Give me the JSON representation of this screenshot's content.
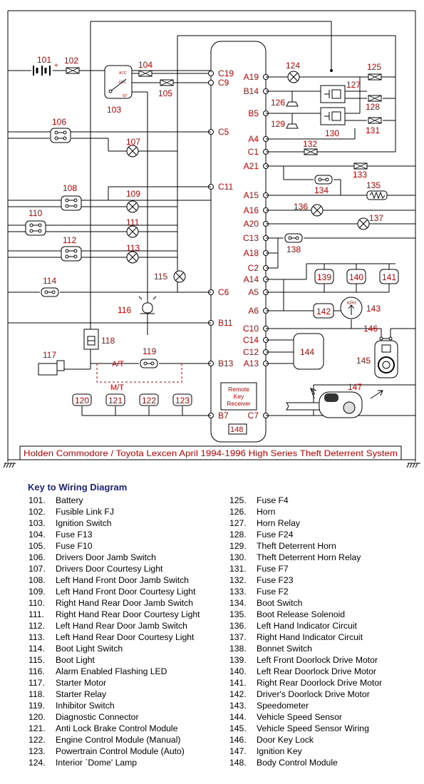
{
  "diagram": {
    "caption": "Holden Commodore / Toyota Lexcen April 1994-1996 High Series Theft Deterrent System",
    "bcm_pins_left": [
      "C19",
      "C9",
      "C5",
      "C11",
      "C6",
      "B11",
      "B13",
      "B7"
    ],
    "bcm_pins_right": [
      "A19",
      "B14",
      "B5",
      "A4",
      "C1",
      "A21",
      "A15",
      "A16",
      "A20",
      "C13",
      "A18",
      "C2",
      "A14",
      "A5",
      "A6",
      "C10",
      "C14",
      "C12",
      "A13",
      "C7"
    ],
    "remote_receiver": [
      "Remote",
      "Key",
      "Receiver"
    ],
    "switch_labels": [
      "ACC",
      "IGN",
      "ST"
    ],
    "inhibitor_labels": [
      "A/T",
      "M/T"
    ],
    "speedometer_label": "KPH",
    "numbers": {
      "n101": "101",
      "n102": "102",
      "n103": "103",
      "n104": "104",
      "n105": "105",
      "n106": "106",
      "n107": "107",
      "n108": "108",
      "n109": "109",
      "n110": "110",
      "n111": "111",
      "n112": "112",
      "n113": "113",
      "n114": "114",
      "n115": "115",
      "n116": "116",
      "n117": "117",
      "n118": "118",
      "n119": "119",
      "n120": "120",
      "n121": "121",
      "n122": "122",
      "n123": "123",
      "n124": "124",
      "n125": "125",
      "n126": "126",
      "n127": "127",
      "n128": "128",
      "n129": "129",
      "n130": "130",
      "n131": "131",
      "n132": "132",
      "n133": "133",
      "n134": "134",
      "n135": "135",
      "n136": "136",
      "n137": "137",
      "n138": "138",
      "n139": "139",
      "n140": "140",
      "n141": "141",
      "n142": "142",
      "n143": "143",
      "n144": "144",
      "n145": "145",
      "n146": "146",
      "n147": "147",
      "n148": "148"
    }
  },
  "key": {
    "title": "Key to Wiring Diagram",
    "left": [
      {
        "num": "101.",
        "label": "Battery"
      },
      {
        "num": "102.",
        "label": "Fusible Link FJ"
      },
      {
        "num": "103.",
        "label": "Ignition Switch"
      },
      {
        "num": "104.",
        "label": "Fuse F13"
      },
      {
        "num": "105.",
        "label": "Fuse F10"
      },
      {
        "num": "106.",
        "label": "Drivers Door Jamb Switch"
      },
      {
        "num": "107.",
        "label": "Drivers Door Courtesy Light"
      },
      {
        "num": "108.",
        "label": "Left Hand Front Door Jamb Switch"
      },
      {
        "num": "109.",
        "label": "Left Hand Front Door Courtesy Light"
      },
      {
        "num": "110.",
        "label": "Right Hand Rear Door Jamb Switch"
      },
      {
        "num": "111.",
        "label": "Right Hand Rear Door Courtesy Light"
      },
      {
        "num": "112.",
        "label": "Left Hand Rear Door Jamb Switch"
      },
      {
        "num": "113.",
        "label": "Left Hand Rear Door Courtesy Light"
      },
      {
        "num": "114.",
        "label": "Boot Light Switch"
      },
      {
        "num": "115.",
        "label": "Boot Light"
      },
      {
        "num": "116.",
        "label": "Alarm Enabled Flashing LED"
      },
      {
        "num": "117.",
        "label": "Starter Motor"
      },
      {
        "num": "118.",
        "label": "Starter Relay"
      },
      {
        "num": "119.",
        "label": "Inhibitor Switch"
      },
      {
        "num": "120.",
        "label": "Diagnostic Connector"
      },
      {
        "num": "121.",
        "label": "Anti Lock Brake Control Module"
      },
      {
        "num": "122.",
        "label": "Engine Control Module (Manual)"
      },
      {
        "num": "123.",
        "label": "Powertrain Control Module (Auto)"
      },
      {
        "num": "124.",
        "label": "Interior `Dome' Lamp"
      }
    ],
    "right": [
      {
        "num": "125.",
        "label": "Fuse F4"
      },
      {
        "num": "126.",
        "label": "Horn"
      },
      {
        "num": "127.",
        "label": "Horn Relay"
      },
      {
        "num": "128.",
        "label": "Fuse F24"
      },
      {
        "num": "129.",
        "label": "Theft Deterrent Horn"
      },
      {
        "num": "130.",
        "label": "Theft Deterrent Horn Relay"
      },
      {
        "num": "131.",
        "label": "Fuse F7"
      },
      {
        "num": "132.",
        "label": "Fuse F23"
      },
      {
        "num": "133.",
        "label": "Fuse F2"
      },
      {
        "num": "134.",
        "label": "Boot Switch"
      },
      {
        "num": "135.",
        "label": "Boot Release Solenoid"
      },
      {
        "num": "136.",
        "label": "Left Hand Indicator Circuit"
      },
      {
        "num": "137.",
        "label": "Right Hand Indicator Circuit"
      },
      {
        "num": "138.",
        "label": "Bonnet Switch"
      },
      {
        "num": "139.",
        "label": "Left Front Doorlock Drive Motor"
      },
      {
        "num": "140.",
        "label": "Left Rear Doorlock Drive Motor"
      },
      {
        "num": "141.",
        "label": "Right Rear Doorlock Drive Motor"
      },
      {
        "num": "142.",
        "label": "Driver's Doorlock Drive Motor"
      },
      {
        "num": "143.",
        "label": "Speedometer"
      },
      {
        "num": "144.",
        "label": "Vehicle Speed Sensor"
      },
      {
        "num": "145.",
        "label": "Vehicle Speed Sensor Wiring"
      },
      {
        "num": "146.",
        "label": "Door Key Lock"
      },
      {
        "num": "147.",
        "label": "Ignition Key"
      },
      {
        "num": "148.",
        "label": "Body Control Module"
      }
    ]
  }
}
